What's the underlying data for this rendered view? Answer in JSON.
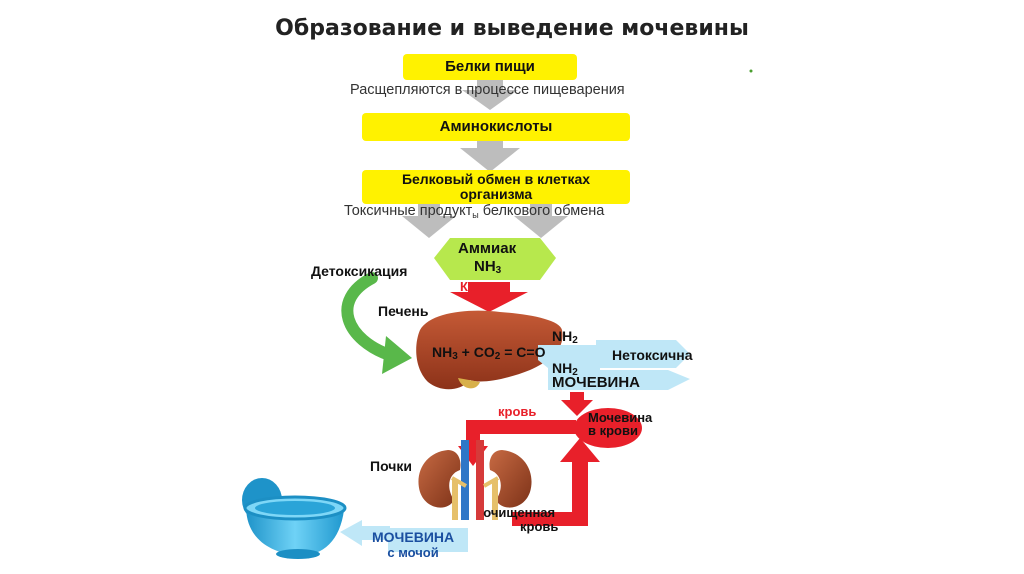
{
  "title": "Образование и выведение мочевины",
  "boxes": {
    "food_proteins": "Белки пищи",
    "amino_acids": "Аминокислоты",
    "metabolism_line1": "Белковый обмен в клетках",
    "metabolism_line2": "организма"
  },
  "captions": {
    "digestion": "Расщепляются в процессе пищеварения",
    "toxic_products": "Токсичные продукт",
    "toxic_products_suffix": "ы",
    "toxic_products_end": " белкового обмена"
  },
  "ammonia": {
    "name": "Аммиак",
    "formula": "NH",
    "formula_sub": "3"
  },
  "labels": {
    "blood_top": "Кровь",
    "detox": "Детоксикация",
    "liver": "Печень",
    "nontoxic": "Нетоксична",
    "urea": "МОЧЕВИНА",
    "blood_lower": "кровь",
    "urea_in_blood_1": "Мочевина",
    "urea_in_blood_2": "в крови",
    "kidneys": "Почки",
    "cleaned_1": "очищенная",
    "cleaned_2": "кровь",
    "urine_1": "МОЧЕВИНА",
    "urine_2": "с мочой"
  },
  "reaction": {
    "nh": "NH",
    "three": "3",
    "plus_co": " + CO",
    "two": "2",
    "equals": " = C=O",
    "nh2_top": "NH",
    "nh2_top_sub": "2",
    "nh2_bottom": "NH",
    "nh2_bottom_sub": "2"
  },
  "colors": {
    "yellow_box": "#fff200",
    "gray_arrow": "#bdbdbd",
    "ammonia_green": "#b7e84d",
    "red_arrow": "#e8202a",
    "liver": "#a8452a",
    "urea_blue": "#bfe7f7",
    "detox_green": "#59b84a",
    "potty_blue": "#3ab4e6"
  }
}
